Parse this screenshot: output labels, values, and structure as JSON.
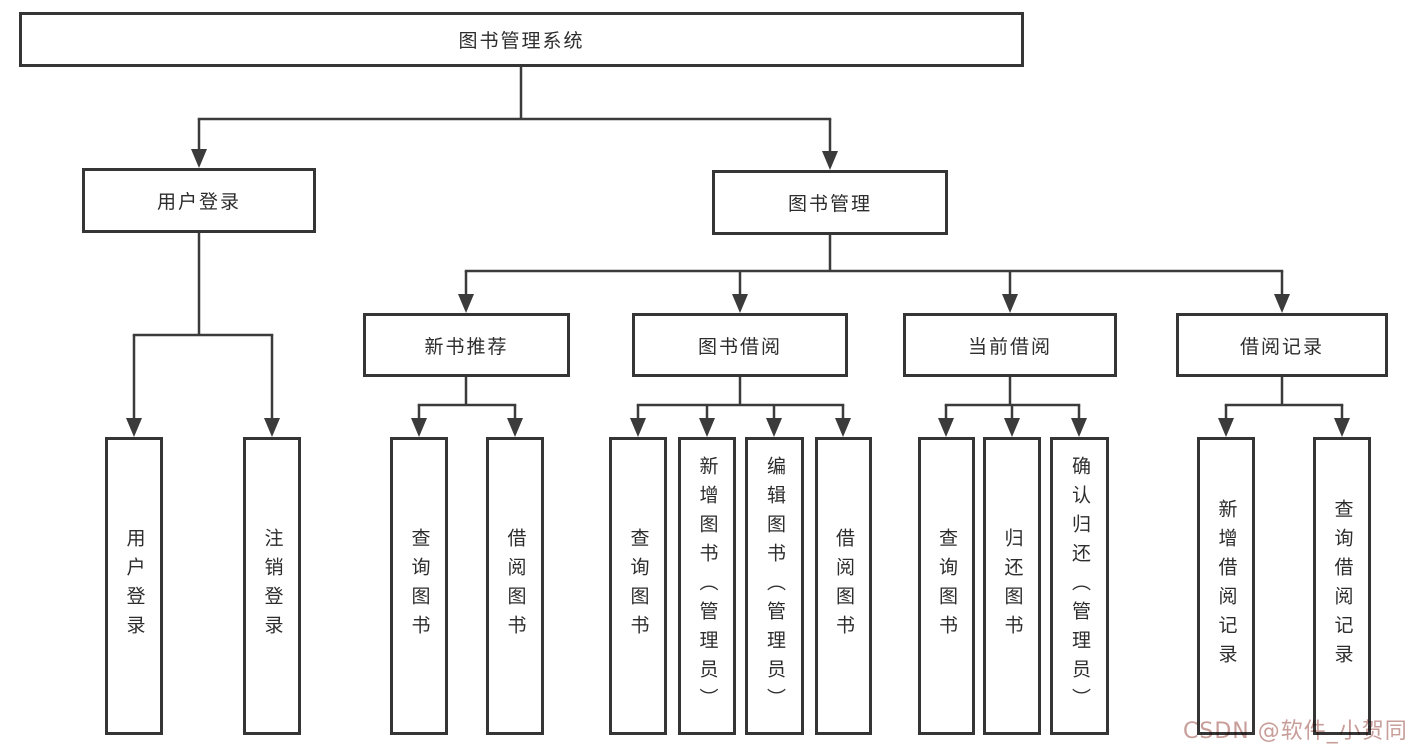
{
  "tree": {
    "root": {
      "label": "图书管理系统",
      "children": [
        {
          "label": "用户登录",
          "children": [
            {
              "label": "用户登录"
            },
            {
              "label": "注销登录"
            }
          ]
        },
        {
          "label": "图书管理",
          "children": [
            {
              "label": "新书推荐",
              "children": [
                {
                  "label": "查询图书"
                },
                {
                  "label": "借阅图书"
                }
              ]
            },
            {
              "label": "图书借阅",
              "children": [
                {
                  "label": "查询图书"
                },
                {
                  "label": "新增图书（管理员）"
                },
                {
                  "label": "编辑图书（管理员）"
                },
                {
                  "label": "借阅图书"
                }
              ]
            },
            {
              "label": "当前借阅",
              "children": [
                {
                  "label": "查询图书"
                },
                {
                  "label": "归还图书"
                },
                {
                  "label": "确认归还（管理员）"
                }
              ]
            },
            {
              "label": "借阅记录",
              "children": [
                {
                  "label": "新增借阅记录"
                },
                {
                  "label": "查询借阅记录"
                }
              ]
            }
          ]
        }
      ]
    }
  },
  "watermark": {
    "text": "CSDN @软件_小贺同学",
    "color": "#c79e99"
  },
  "colors": {
    "line": "#3b3b3b",
    "box_border": "#353535",
    "text": "#2d2d2d",
    "background": "#ffffff"
  }
}
